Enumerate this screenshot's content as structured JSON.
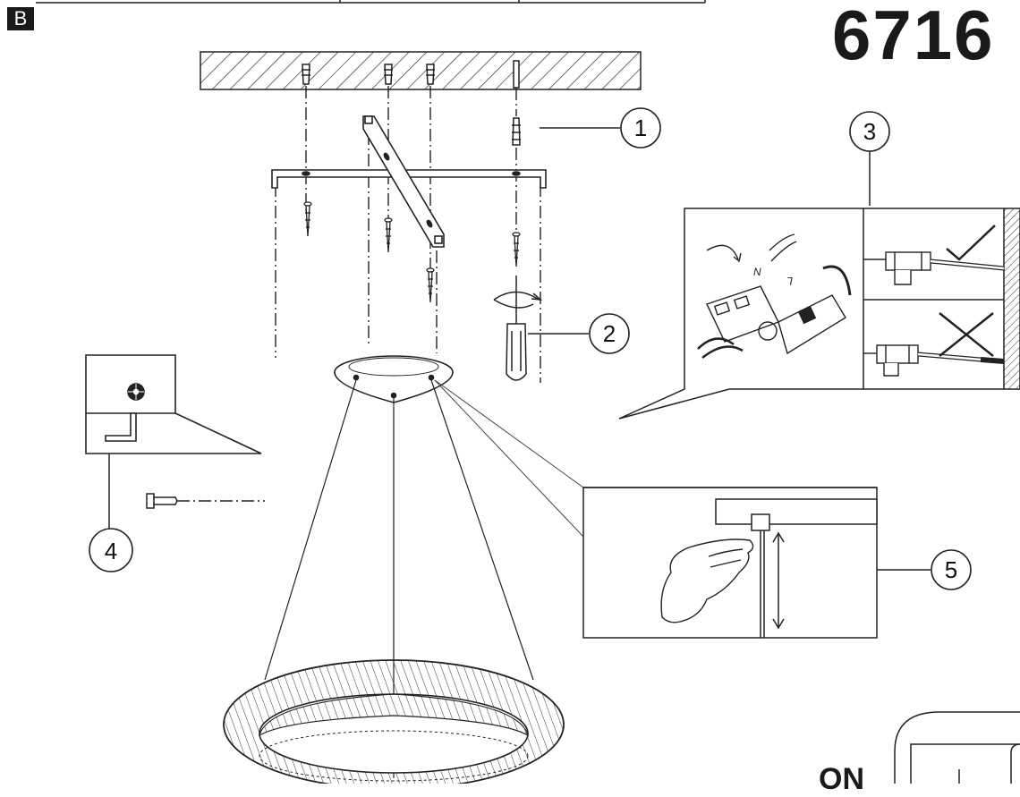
{
  "section_tag": "B",
  "model_number": "6716",
  "on_label": "ON",
  "terminal_marks": [
    "N",
    "L"
  ],
  "callouts": [
    "1",
    "2",
    "3",
    "4",
    "5"
  ],
  "wiring_check": {
    "correct_mark": "check-mark",
    "incorrect_mark": "cross-mark"
  }
}
